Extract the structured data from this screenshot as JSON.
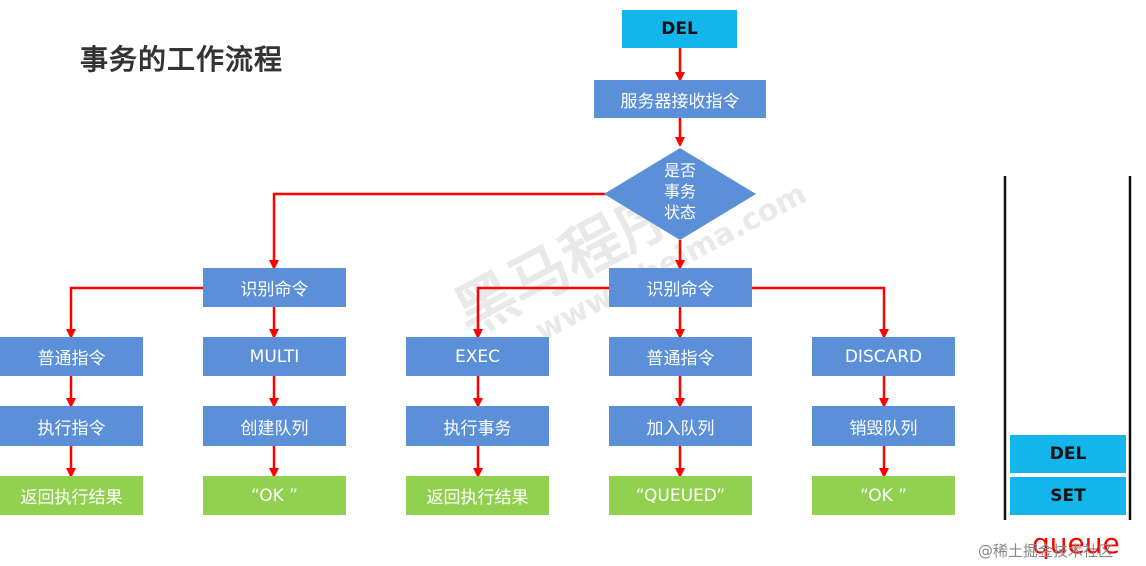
{
  "title": "事务的工作流程",
  "del_top": "DEL",
  "server": "服务器接收指令",
  "decision": [
    "是否",
    "事务",
    "状态"
  ],
  "left": {
    "identify": "识别命令",
    "col1": [
      "普通指令",
      "执行指令",
      "返回执行结果"
    ],
    "col2": [
      "MULTI",
      "创建队列",
      "“OK ”"
    ]
  },
  "right": {
    "identify": "识别命令",
    "col3": [
      "EXEC",
      "执行事务",
      "返回执行结果"
    ],
    "col4": [
      "普通指令",
      "加入队列",
      "“QUEUED”"
    ],
    "col5": [
      "DISCARD",
      "销毁队列",
      "“OK ”"
    ]
  },
  "queue": {
    "items": [
      "DEL",
      "SET"
    ],
    "label": "queue"
  },
  "watermark": [
    "黑马程序员",
    "www.itheima.com"
  ],
  "credit": "@稀土掘金技术社区",
  "colors": {
    "blue": "#5b8fd8",
    "green": "#92d050",
    "cyan": "#13b5ea",
    "arrow": "#ff0000"
  }
}
